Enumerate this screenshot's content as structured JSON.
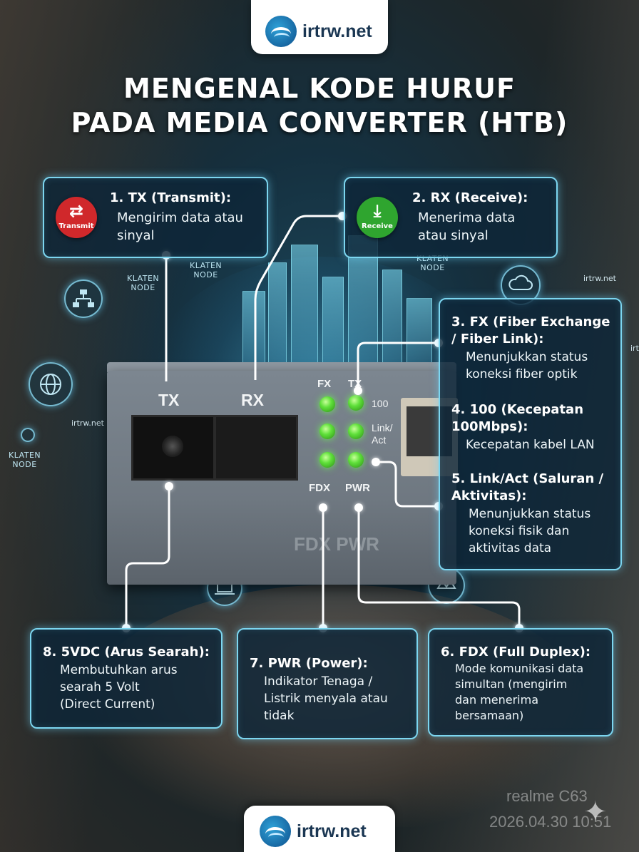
{
  "brand": {
    "name": "irtrw.net"
  },
  "title": {
    "line1": "MENGENAL KODE HURUF",
    "line2": "PADA MEDIA CONVERTER (HTB)"
  },
  "background": {
    "node_labels": [
      "KLATEN\nNODE",
      "KLATEN\nNODE",
      "KLATEN\nNODE",
      "KLATEN\nNODE"
    ],
    "watermarks": [
      "irtrw.net",
      "irtrw.net",
      "irt"
    ],
    "phone_watermark": [
      "realme C63",
      "2026.04.30 10:51"
    ],
    "ghost_labels": "FDX PWR"
  },
  "device": {
    "port_labels": {
      "tx": "TX",
      "rx": "RX"
    },
    "led_labels": {
      "fx": "FX",
      "tx": "TX",
      "speed": "100",
      "link_line1": "Link/",
      "link_line2": "Act",
      "fdx": "FDX",
      "pwr": "PWR"
    },
    "led_color": "#5fe03a"
  },
  "callouts": {
    "tx": {
      "badge": {
        "label": "Transmit",
        "icon": "swap-arrows-icon",
        "color": "#d0282b"
      },
      "heading": "1. TX (Transmit):",
      "desc": [
        "Mengirim data atau",
        "sinyal"
      ]
    },
    "rx": {
      "badge": {
        "label": "Receive",
        "icon": "download-icon",
        "color": "#2fa52f"
      },
      "heading": "2. RX (Receive):",
      "desc": [
        "Menerima data",
        "atau sinyal"
      ]
    },
    "right_panel": [
      {
        "heading": [
          "3. FX (Fiber Exchange",
          "/ Fiber Link):"
        ],
        "desc": [
          "Menunjukkan status",
          "koneksi fiber optik"
        ]
      },
      {
        "heading": [
          "4. 100 (Kecepatan",
          "100Mbps):"
        ],
        "desc": [
          "Kecepatan kabel LAN"
        ]
      },
      {
        "heading": [
          "5. Link/Act (Saluran /",
          "Aktivitas):"
        ],
        "desc": [
          "Menunjukkan status",
          "koneksi fisik dan",
          "aktivitas data"
        ]
      }
    ],
    "vdc": {
      "heading": "8. 5VDC (Arus Searah):",
      "desc": [
        "Membutuhkan arus",
        "searah 5 Volt",
        "(Direct Current)"
      ]
    },
    "pwr": {
      "heading": "7. PWR (Power):",
      "desc": [
        "Indikator Tenaga /",
        "Listrik menyala atau",
        "tidak"
      ]
    },
    "fdx": {
      "heading": "6. FDX (Full Duplex):",
      "desc": [
        "Mode komunikasi data",
        "simultan (mengirim",
        "dan menerima",
        "bersamaan)"
      ]
    }
  },
  "colors": {
    "accent": "#7cd6f0",
    "box_bg": "#0e2638",
    "brand_text": "#1a3652"
  }
}
